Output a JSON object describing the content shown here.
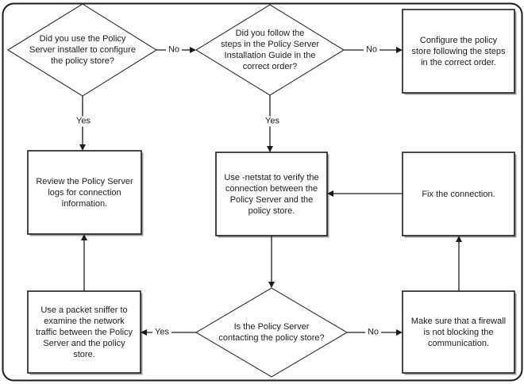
{
  "colors": {
    "background": "#ffffff",
    "border": "#1b1b1b",
    "line": "#1b1b1b",
    "text": "#1c1c1c",
    "node_fill": "#ffffff",
    "shadow": "#a0a0a0"
  },
  "nodes": {
    "q_installer": {
      "type": "decision",
      "text": "Did you use the Policy\nServer installer to configure\nthe policy store?"
    },
    "q_steps": {
      "type": "decision",
      "text": "Did you follow the\nsteps in the Policy Server\nInstallation Guide in the\ncorrect order?"
    },
    "configure_store": {
      "type": "process",
      "text": "Configure the policy\nstore following the steps\nin the correct order."
    },
    "review_logs": {
      "type": "process",
      "text": "Review the Policy Server\nlogs for connection\ninformation."
    },
    "netstat": {
      "type": "process",
      "text": "Use -netstat to verify the\nconnection between the\nPolicy Server and the\npolicy store."
    },
    "fix_connection": {
      "type": "process",
      "text": "Fix the connection."
    },
    "packet_sniffer": {
      "type": "process",
      "text": "Use a packet sniffer to\nexamine the network\ntraffic between the Policy\nServer and the policy\nstore."
    },
    "q_contacting": {
      "type": "decision",
      "text": "Is the Policy Server\ncontacting the policy store?"
    },
    "firewall": {
      "type": "process",
      "text": "Make sure that a firewall\nis not blocking the\ncommunication."
    }
  },
  "edges": [
    {
      "from": "q_installer",
      "to": "q_steps",
      "label": "No"
    },
    {
      "from": "q_installer",
      "to": "review_logs",
      "label": "Yes"
    },
    {
      "from": "q_steps",
      "to": "configure_store",
      "label": "No"
    },
    {
      "from": "q_steps",
      "to": "netstat",
      "label": "Yes"
    },
    {
      "from": "netstat",
      "to": "q_contacting",
      "label": ""
    },
    {
      "from": "fix_connection",
      "to": "netstat",
      "label": ""
    },
    {
      "from": "q_contacting",
      "to": "packet_sniffer",
      "label": "Yes"
    },
    {
      "from": "q_contacting",
      "to": "firewall",
      "label": "No"
    },
    {
      "from": "packet_sniffer",
      "to": "review_logs",
      "label": ""
    },
    {
      "from": "firewall",
      "to": "fix_connection",
      "label": ""
    }
  ]
}
